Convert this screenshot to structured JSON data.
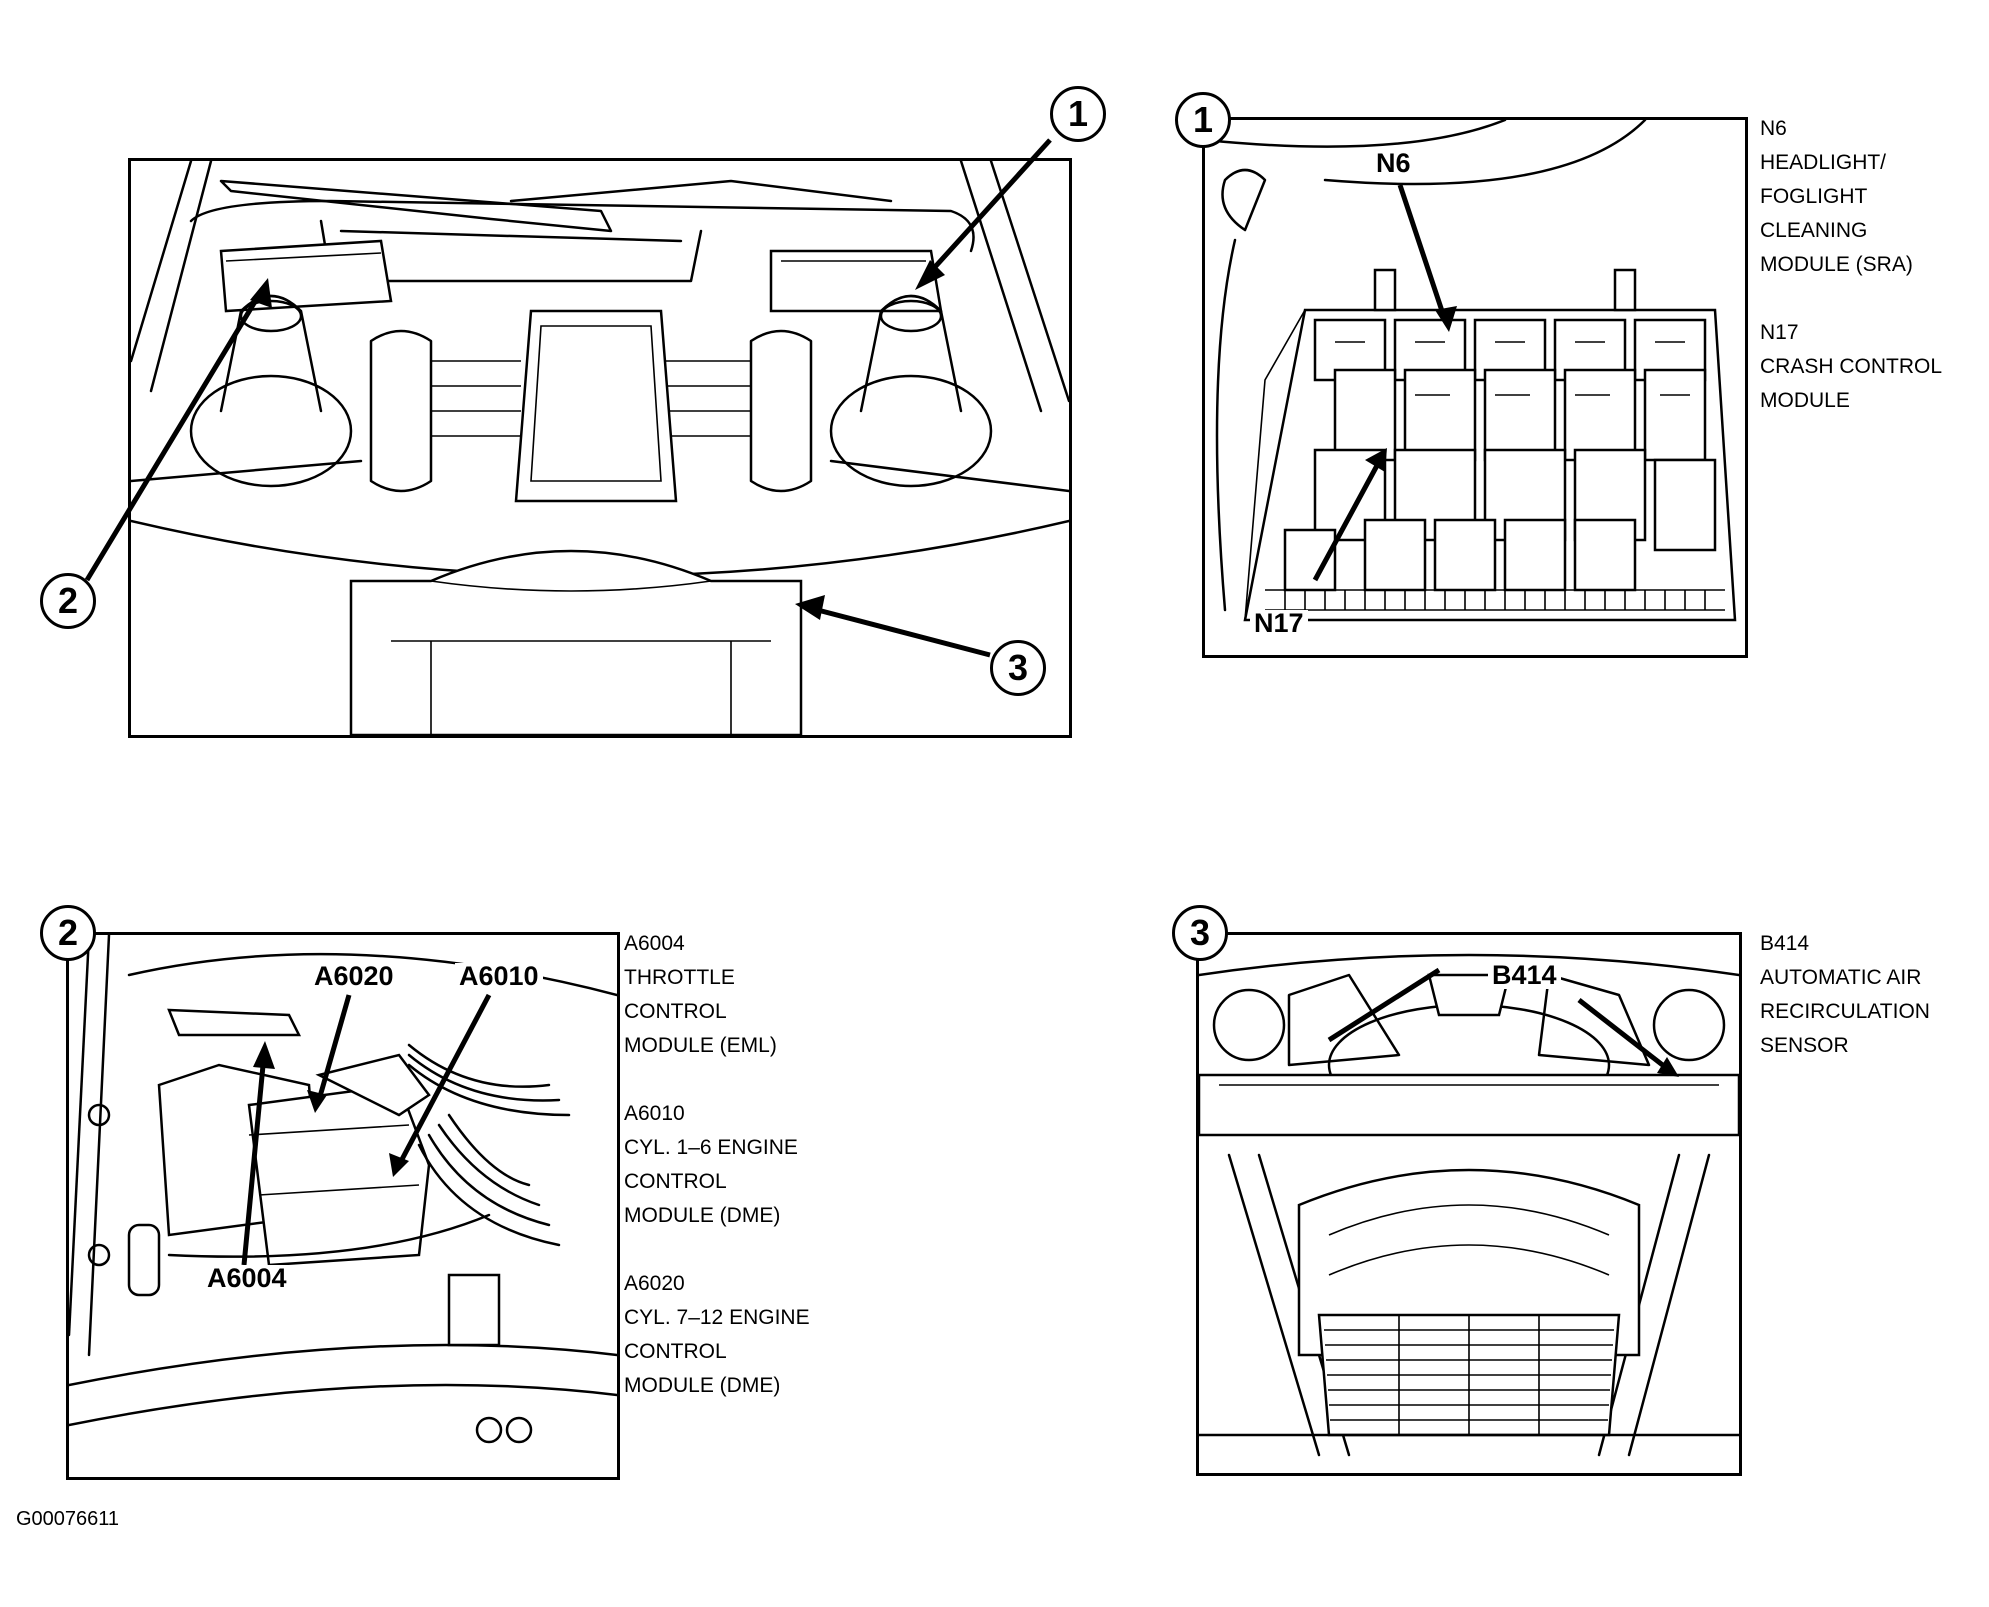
{
  "panels": {
    "overview": {
      "callouts": [
        "1",
        "2",
        "3"
      ]
    },
    "detail1": {
      "callout": "1",
      "labels": [
        "N6",
        "N17"
      ],
      "legend": [
        {
          "code": "N6",
          "lines": [
            "HEADLIGHT/",
            "FOGLIGHT",
            "CLEANING",
            "MODULE (SRA)"
          ]
        },
        {
          "code": "N17",
          "lines": [
            "CRASH CONTROL",
            "MODULE"
          ]
        }
      ]
    },
    "detail2": {
      "callout": "2",
      "labels": [
        "A6020",
        "A6010",
        "A6004"
      ],
      "legend": [
        {
          "code": "A6004",
          "lines": [
            "THROTTLE",
            "CONTROL",
            "MODULE (EML)"
          ]
        },
        {
          "code": "A6010",
          "lines": [
            "CYL. 1–6 ENGINE",
            "CONTROL",
            "MODULE (DME)"
          ]
        },
        {
          "code": "A6020",
          "lines": [
            "CYL. 7–12 ENGINE",
            "CONTROL",
            "MODULE (DME)"
          ]
        }
      ]
    },
    "detail3": {
      "callout": "3",
      "labels": [
        "B414"
      ],
      "legend": [
        {
          "code": "B414",
          "lines": [
            "AUTOMATIC AIR",
            "RECIRCULATION",
            "SENSOR"
          ]
        }
      ]
    }
  },
  "figure_id": "G00076611"
}
